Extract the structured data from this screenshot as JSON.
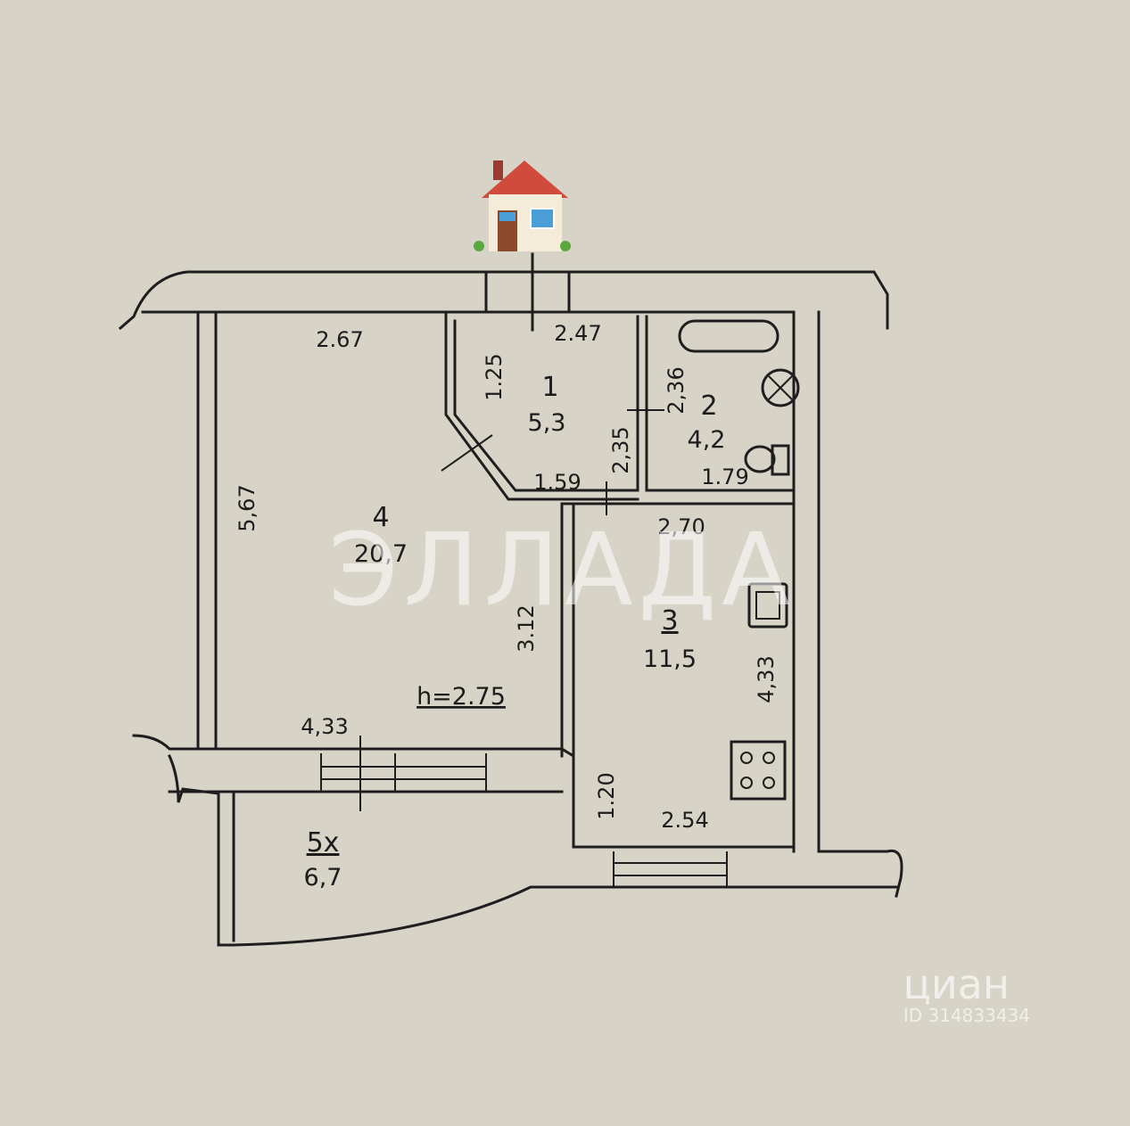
{
  "rooms": [
    {
      "number": "1",
      "area": "5,3"
    },
    {
      "number": "2",
      "area": "4,2"
    },
    {
      "number": "3",
      "area": "11,5"
    },
    {
      "number": "4",
      "area": "20,7"
    },
    {
      "number": "5х",
      "area": "6,7"
    }
  ],
  "dimensions": [
    "2.67",
    "2.47",
    "1.25",
    "2,36",
    "5,67",
    "2,35",
    "1.59",
    "1.79",
    "2,70",
    "3.12",
    "4,33",
    "4,33",
    "1.20",
    "2.54"
  ],
  "ceiling_height": "h=2.75",
  "watermark": {
    "brand": "ЭЛЛАДА",
    "site": "циан",
    "listing_id": "ID 314833434"
  },
  "entrance_icon": "house-icon"
}
